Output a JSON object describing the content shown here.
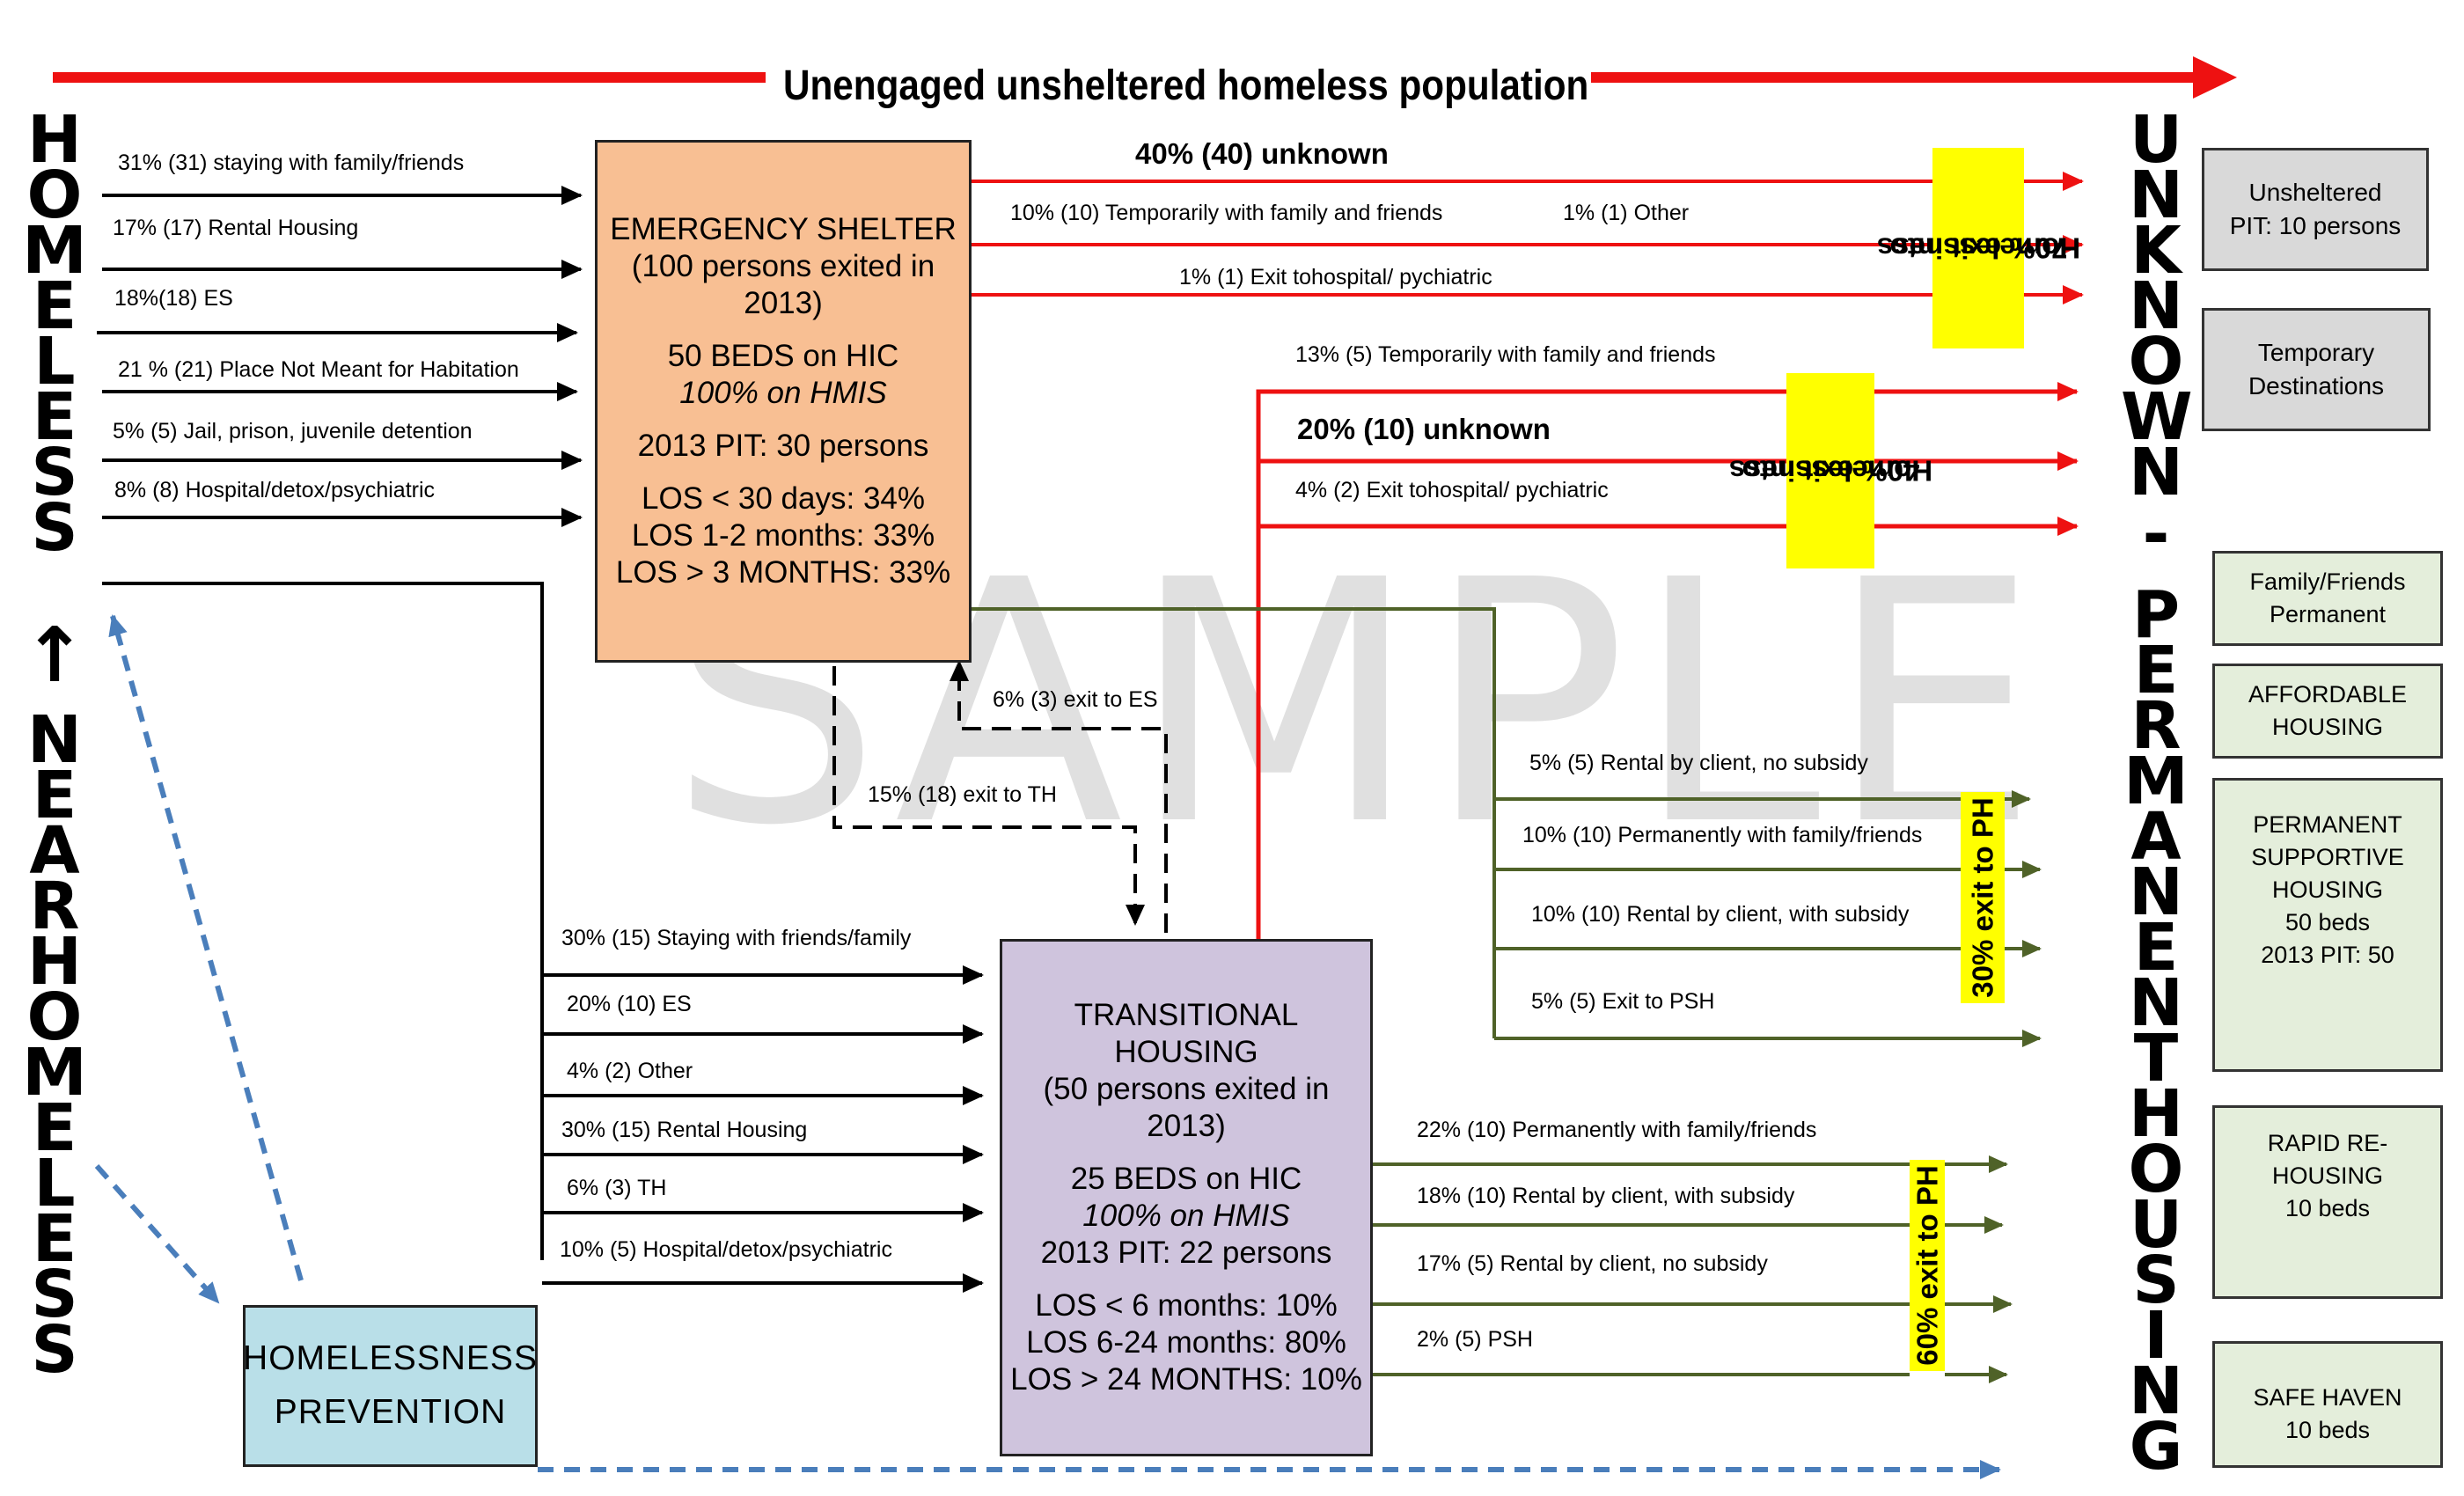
{
  "title": "Unengaged unsheltered homeless population",
  "watermark": "SAMPLE",
  "left_vertical": {
    "top": "HOMELESS",
    "arrow": "↑",
    "bottom": "NEAR HOMELESS"
  },
  "right_vertical": {
    "top": "UNKNOWN",
    "dash": "-",
    "bottom": "PERMANENT HOUSING"
  },
  "emergency_shelter": {
    "lines": [
      "EMERGENCY SHELTER",
      "(100 persons exited in",
      "2013)",
      "",
      "50 BEDS on HIC",
      "100% on HMIS",
      "",
      "2013 PIT: 30 persons",
      "",
      "LOS < 30 days: 34%",
      "LOS 1-2 months: 33%",
      "LOS > 3 MONTHS: 33%"
    ]
  },
  "transitional_housing": {
    "lines": [
      "TRANSITIONAL",
      "HOUSING",
      "(50 persons exited in",
      "2013)",
      "",
      "25 BEDS on HIC",
      "100% on HMIS",
      "2013 PIT: 22 persons",
      "",
      "LOS < 6 months: 10%",
      "LOS 6-24 months: 80%",
      "LOS > 24 MONTHS: 10%"
    ]
  },
  "homelessness_prevention": {
    "lines": [
      "HOMELESSNESS",
      "PREVENTION"
    ]
  },
  "es_entries": [
    "31% (31) staying with family/friends",
    "17% (17) Rental Housing",
    "18%(18) ES",
    "21 % (21) Place Not Meant for Habitation",
    "5% (5) Jail, prison, juvenile detention",
    "8% (8) Hospital/detox/psychiatric"
  ],
  "th_entries": [
    "30% (15) Staying with friends/family",
    "20%  (10)  ES",
    "4%   (2) Other",
    "30%   (15) Rental Housing",
    "6%  (3) TH",
    "10% (5) Hospital/detox/psychiatric"
  ],
  "es_exits_unknown": {
    "headline": "40% (40) unknown",
    "items": [
      "10% (10) Temporarily with family and friends",
      "1% (1) Other",
      "1% (1) Exit tohospital/ pychiatric"
    ],
    "badge": [
      "70% exit into",
      "Homelessness"
    ]
  },
  "th_exits_unknown": {
    "items": [
      "13% (5) Temporarily with family and friends",
      "20% (10)  unknown",
      "4% (2) Exit tohospital/ pychiatric"
    ],
    "badge": [
      "40% exit into",
      "Homelessness"
    ]
  },
  "es_exits_ph": {
    "items": [
      "5% (5) Rental by client, no subsidy",
      "10% (10) Permanently with family/friends",
      "10% (10) Rental by client, with subsidy",
      "5% (5) Exit to PSH"
    ],
    "badge": [
      "30% exit to PH"
    ]
  },
  "th_exits_ph": {
    "items": [
      "22% (10) Permanently with family/friends",
      "18% (10) Rental by client, with subsidy",
      "17% (5) Rental by client, no subsidy",
      "2% (5) PSH"
    ],
    "badge": [
      "60% exit to PH"
    ]
  },
  "es_th_transfers": {
    "to_es": "6% (3) exit to ES",
    "to_th": "15% (18) exit to TH"
  },
  "destinations_unknown": [
    {
      "lines": [
        "Unsheltered",
        "PIT: 10 persons"
      ]
    },
    {
      "lines": [
        "Temporary",
        "Destinations"
      ]
    }
  ],
  "destinations_permanent": [
    {
      "lines": [
        "Family/Friends",
        "Permanent"
      ]
    },
    {
      "lines": [
        "AFFORDABLE",
        "HOUSING"
      ]
    },
    {
      "lines": [
        "PERMANENT",
        "SUPPORTIVE",
        "HOUSING",
        "50 beds",
        "2013 PIT: 50"
      ]
    },
    {
      "lines": [
        "RAPID RE-",
        "HOUSING",
        "10 beds"
      ]
    },
    {
      "lines": [
        "SAFE HAVEN",
        "10 beds"
      ]
    }
  ],
  "colors": {
    "red": "#ee1111",
    "green": "#4f6228",
    "blue_dashed": "#4a7ebb",
    "highlight": "#ffff00",
    "es_fill": "#f8bf93",
    "th_fill": "#cfc4dd",
    "prevention_fill": "#b9dfe8",
    "unknown_fill": "#d9d9d9",
    "permanent_fill": "#e4eedb"
  }
}
